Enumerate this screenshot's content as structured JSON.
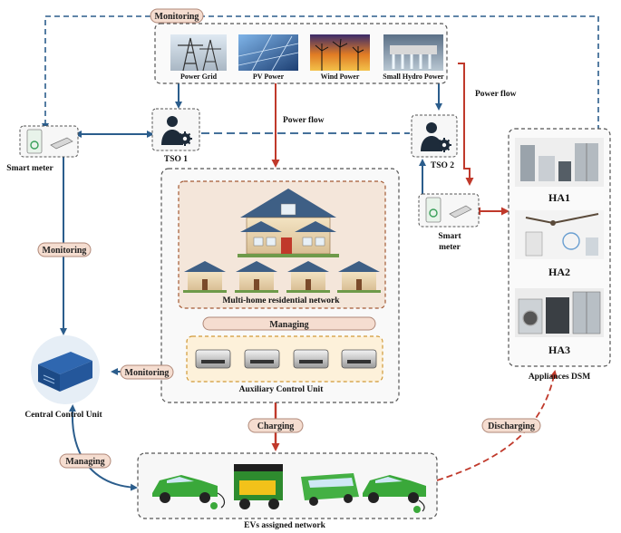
{
  "sources": {
    "power_grid": "Power Grid",
    "pv_power": "PV Power",
    "wind_power": "Wind Power",
    "small_hydro_power": "Small Hydro Power"
  },
  "nodes": {
    "tso1": "TSO 1",
    "tso2": "TSO 2",
    "smart_meter_left": "Smart meter",
    "smart_meter_right_line1": "Smart",
    "smart_meter_right_line2": "meter",
    "central_control_unit": "Central Control Unit",
    "multi_home_network": "Multi-home residential network",
    "auxiliary_control_unit": "Auxiliary Control Unit",
    "evs_network": "EVs assigned network",
    "appliances_dsm": "Appliances DSM",
    "ha1": "HA1",
    "ha2": "HA2",
    "ha3": "HA3"
  },
  "edge_labels": {
    "monitoring_top": "Monitoring",
    "monitoring_left": "Monitoring",
    "monitoring_aux": "Monitoring",
    "managing_center": "Managing",
    "managing_bottom": "Managing",
    "charging": "Charging",
    "discharging": "Discharging",
    "power_flow_center": "Power flow",
    "power_flow_right": "Power flow"
  },
  "colors": {
    "blue_link": "#2b5d8c",
    "red_flow": "#c0392b",
    "pill_fill": "#f5ddd0",
    "pill_stroke": "#b08878",
    "house_panel": "#f4e6da",
    "aux_panel": "#fdf1da",
    "ev_green": "#3aa83a"
  }
}
